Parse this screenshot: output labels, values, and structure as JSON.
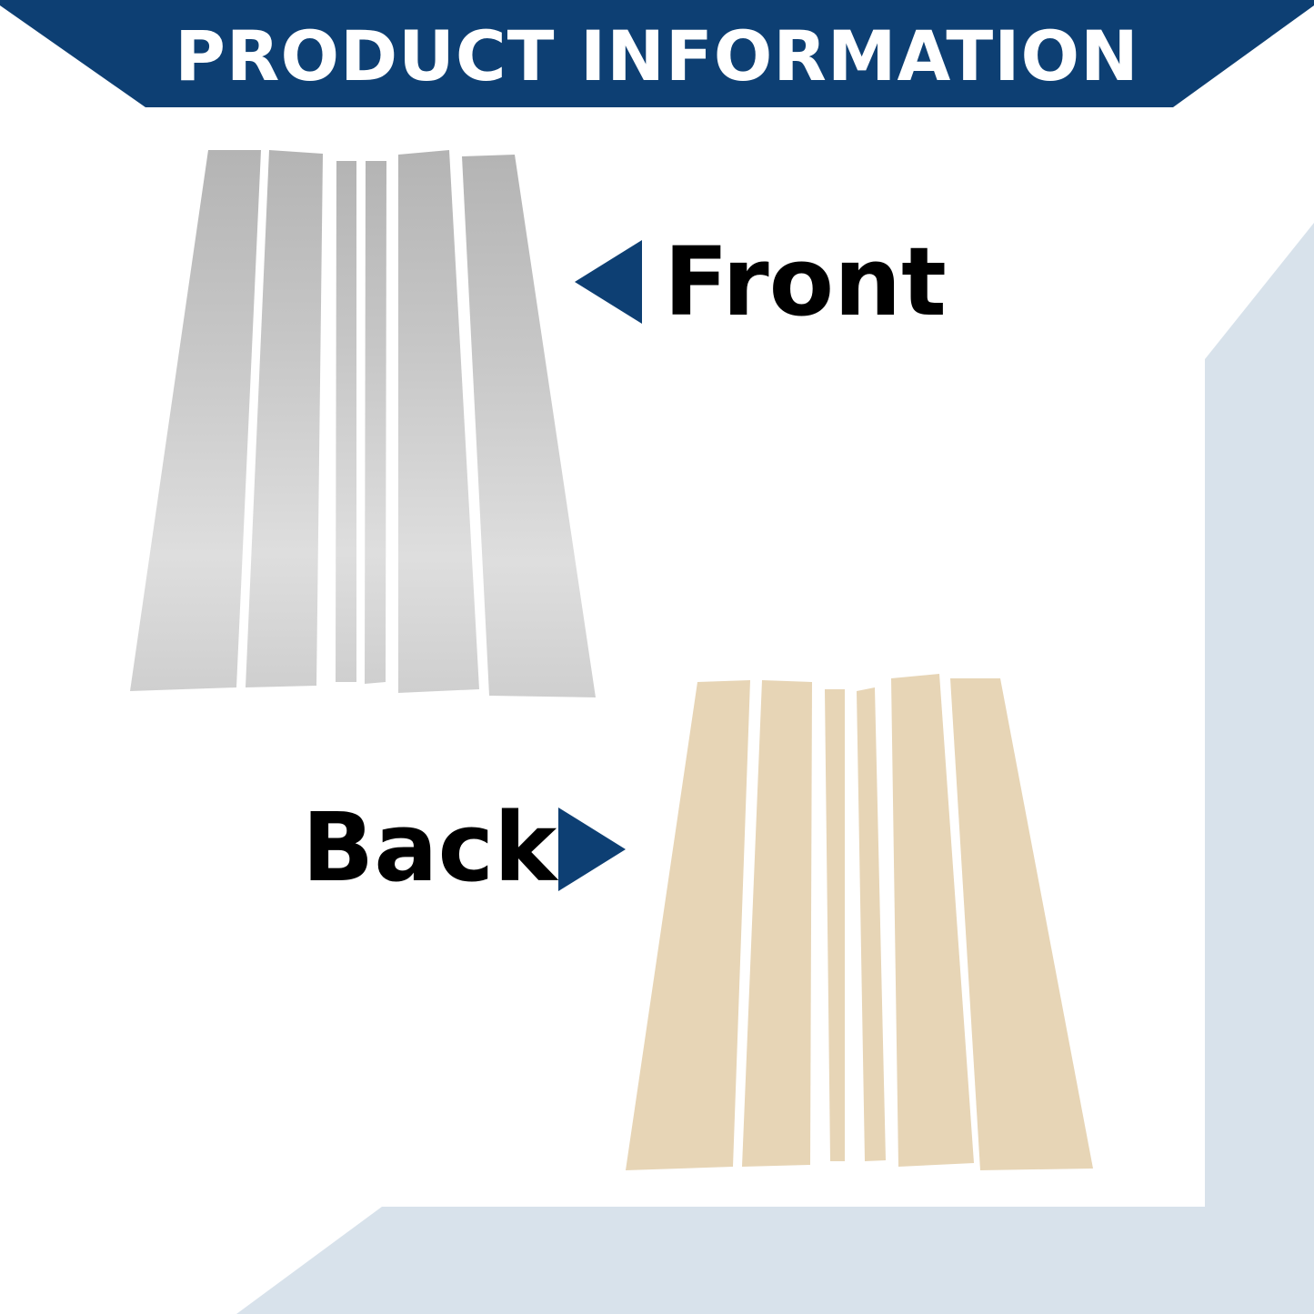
{
  "banner": {
    "title": "PRODUCT INFORMATION"
  },
  "labels": {
    "front": "Front",
    "back": "Back"
  },
  "colors": {
    "banner": "#0d3f73",
    "accent_triangle": "#0d3f73",
    "corner_frame": "#d8e2eb",
    "front_strip_top": "#b4b4b4",
    "front_strip_bottom": "#dedede",
    "back_strip": "#e7d5b6",
    "label_text": "#000000",
    "banner_text": "#ffffff"
  },
  "icons": {
    "front_pointer": "triangle-left-icon",
    "back_pointer": "triangle-right-icon"
  },
  "items": {
    "front_strip_count": 6,
    "back_strip_count": 6
  }
}
